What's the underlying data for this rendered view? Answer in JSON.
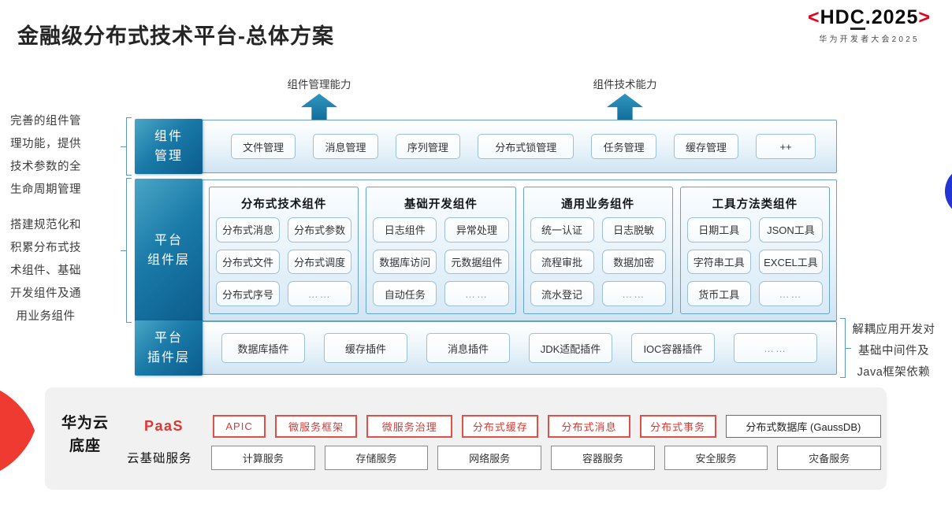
{
  "slide": {
    "title": "金融级分布式技术平台-总体方案",
    "logo": {
      "left_bracket": "<",
      "text_prefix": "HD",
      "text_underlined": "C",
      "text_suffix": ".2025",
      "right_bracket": ">",
      "subtitle": "华为开发者大会2025"
    },
    "capability_arrows": [
      {
        "label": "组件管理能力"
      },
      {
        "label": "组件技术能力"
      }
    ],
    "left_notes": [
      "完善的组件管理功能，提供技术参数的全生命周期管理",
      "搭建规范化和积累分布式技术组件、基础开发组件及通用业务组件"
    ],
    "right_note": "解耦应用开发对基础中间件及Java框架依赖",
    "layers": {
      "component_management": {
        "label_lines": [
          "组件",
          "管理"
        ],
        "items": [
          "文件管理",
          "消息管理",
          "序列管理",
          "分布式锁管理",
          "任务管理",
          "缓存管理",
          "++"
        ]
      },
      "platform_components": {
        "label_lines": [
          "平台",
          "组件层"
        ],
        "groups": [
          {
            "title": "分布式技术组件",
            "items": [
              "分布式消息",
              "分布式参数",
              "分布式文件",
              "分布式调度",
              "分布式序号",
              "……"
            ]
          },
          {
            "title": "基础开发组件",
            "items": [
              "日志组件",
              "异常处理",
              "数据库访问",
              "元数据组件",
              "自动任务",
              "……"
            ]
          },
          {
            "title": "通用业务组件",
            "items": [
              "统一认证",
              "日志脱敏",
              "流程审批",
              "数据加密",
              "流水登记",
              "……"
            ]
          },
          {
            "title": "工具方法类组件",
            "items": [
              "日期工具",
              "JSON工具",
              "字符串工具",
              "EXCEL工具",
              "货币工具",
              "……"
            ]
          }
        ]
      },
      "platform_plugins": {
        "label_lines": [
          "平台",
          "插件层"
        ],
        "items": [
          "数据库插件",
          "缓存插件",
          "消息插件",
          "JDK适配插件",
          "IOC容器插件",
          "……"
        ]
      }
    },
    "foundation": {
      "label_lines": [
        "华为云",
        "底座"
      ],
      "paas": {
        "label": "PaaS",
        "items": [
          "APIC",
          "微服务框架",
          "微服务治理",
          "分布式缓存",
          "分布式消息",
          "分布式事务"
        ],
        "db_item": "分布式数据库 (GaussDB)"
      },
      "cloud_base": {
        "label": "云基础服务",
        "items": [
          "计算服务",
          "存储服务",
          "网络服务",
          "容器服务",
          "安全服务",
          "灾备服务"
        ]
      }
    },
    "colors": {
      "brand_red": "#e3362e",
      "layer_teal_dark": "#0b5c8c",
      "layer_teal_light": "#4aa6c6",
      "row_border_blue": "#6aa2cc",
      "chip_border_blue": "#9cc0dc",
      "accent_blue_circle": "#2435d6"
    }
  }
}
